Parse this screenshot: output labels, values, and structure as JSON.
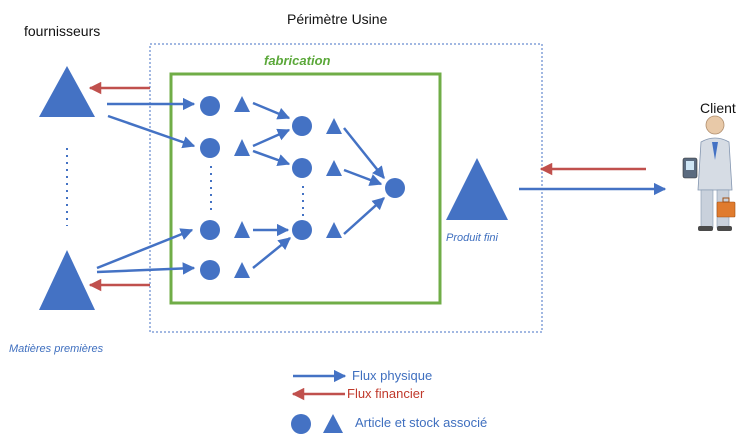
{
  "labels": {
    "perimeter": "Périmètre Usine",
    "suppliers": "fournisseurs",
    "client": "Client",
    "fabrication": "fabrication",
    "raw_materials": "Matières premières",
    "finished_product": "Produit fini"
  },
  "legend": {
    "physical_flow": "Flux physique",
    "financial_flow": "Flux financier",
    "item_stock": "Article et stock associé"
  },
  "colors": {
    "blue": "#4472C4",
    "red": "#C0504D",
    "green": "#70AD47",
    "text_blue": "#3F6FBF",
    "text_red": "#C0392B"
  }
}
